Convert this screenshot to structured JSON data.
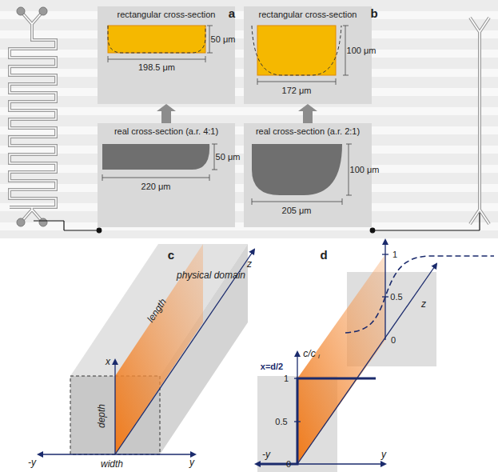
{
  "diagram": {
    "nodes": [
      {
        "text": [
          "rectangular cross-section"
        ]
      },
      {
        "text": [
          "real cross-section (a.r. 4:1)"
        ]
      },
      {
        "text": [
          "rectangular cross-section"
        ]
      },
      {
        "text": [
          "real cross-section (a.r. 2:1)"
        ]
      }
    ],
    "edges": [
      {
        "from": 1,
        "to": 0,
        "arrow": "to"
      },
      {
        "from": 3,
        "to": 2,
        "arrow": "to"
      }
    ],
    "labels": [
      "a",
      "b",
      "50 μm",
      "198.5 μm",
      "100 μm",
      "172 μm",
      "50 μm",
      "220 μm",
      "100 μm",
      "205 μm",
      "c",
      "physical domain",
      "z",
      "length",
      "x",
      "depth",
      "-y",
      "width",
      "y",
      "d",
      "1",
      "0.5",
      "0",
      "z",
      "c/c",
      "i",
      "x=d/2",
      "1",
      "0.5",
      "0",
      "-y",
      "y"
    ]
  }
}
